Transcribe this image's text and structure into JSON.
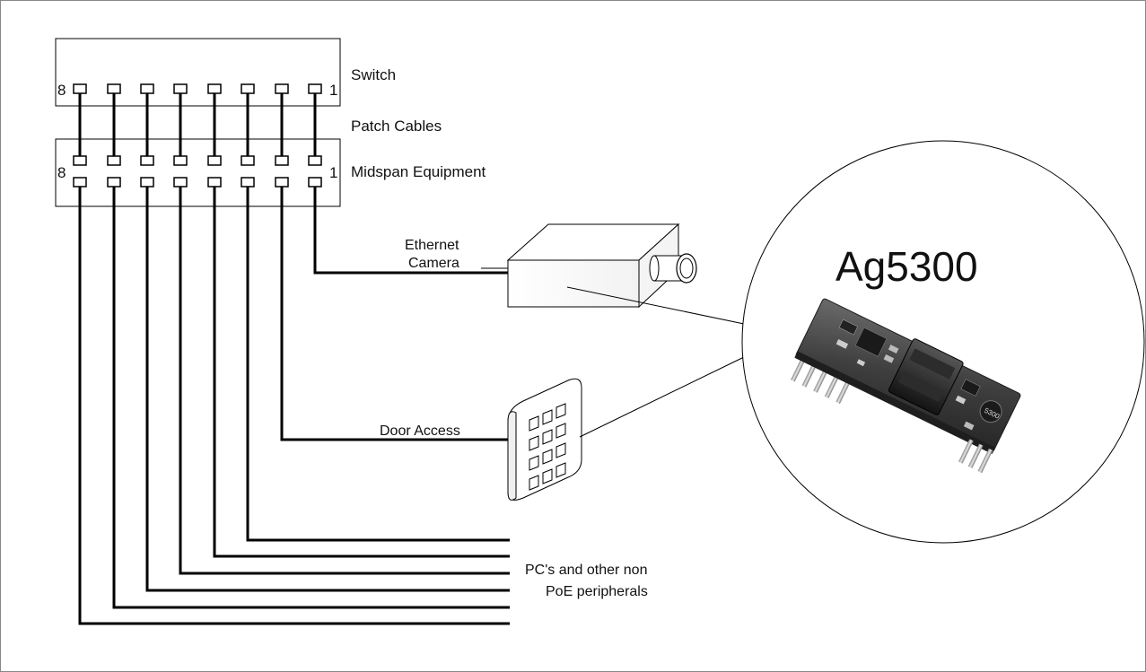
{
  "labels": {
    "switch": "Switch",
    "patch_cables": "Patch Cables",
    "midspan": "Midspan Equipment",
    "port_high": "8",
    "port_low": "1",
    "ethernet_camera_line1": "Ethernet",
    "ethernet_camera_line2": "Camera",
    "door_access": "Door Access",
    "pc_line1": "PC's and other non",
    "pc_line2": "PoE peripherals",
    "module_title": "Ag5300",
    "module_marking": "5300"
  }
}
